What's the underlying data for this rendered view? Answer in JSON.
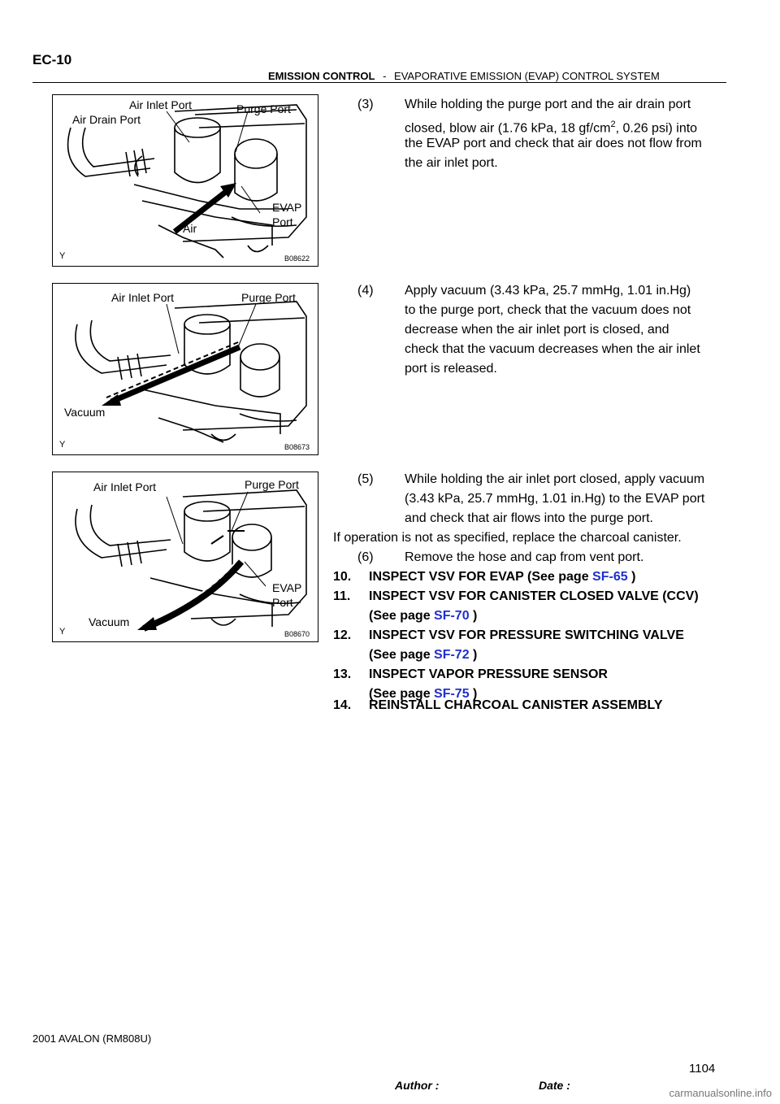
{
  "header": {
    "code": "EC-10",
    "section": "EMISSION CONTROL",
    "separator": "-",
    "subsection": "EVAPORATIVE EMISSION (EVAP) CONTROL SYSTEM"
  },
  "figures": [
    {
      "code": "B08622",
      "y_mark": "Y",
      "labels": {
        "air_inlet_port": "Air Inlet Port",
        "air_drain_port": "Air Drain Port",
        "purge_port": "Purge Port",
        "evap": "EVAP",
        "port": "Port",
        "air": "Air"
      }
    },
    {
      "code": "B08673",
      "y_mark": "Y",
      "labels": {
        "air_inlet_port": "Air Inlet Port",
        "purge_port": "Purge Port",
        "vacuum": "Vacuum"
      }
    },
    {
      "code": "B08670",
      "y_mark": "Y",
      "labels": {
        "air_inlet_port": "Air Inlet Port",
        "purge_port": "Purge Port",
        "evap": "EVAP",
        "port": "Port",
        "vacuum": "Vacuum"
      }
    }
  ],
  "paragraphs": {
    "p3": {
      "num": "(3)",
      "l1": "While holding the purge port and the air drain port",
      "l2a": "closed, blow air (1.76 kPa, 18 gf/cm",
      "l2sup": "2",
      "l2b": ", 0.26 psi) into",
      "l3": "the EVAP port and check that air does not flow from",
      "l4": "the air inlet port."
    },
    "p4": {
      "num": "(4)",
      "l1": "Apply vacuum (3.43 kPa, 25.7 mmHg, 1.01 in.Hg)",
      "l2": "to the purge port, check that the vacuum does not",
      "l3": "decrease when the air inlet port is closed, and",
      "l4": "check that the vacuum decreases when the air inlet",
      "l5": "port is released."
    },
    "p5": {
      "num": "(5)",
      "l1": "While holding the air inlet port closed, apply vacuum",
      "l2": "(3.43 kPa, 25.7 mmHg, 1.01 in.Hg) to the EVAP port",
      "l3": "and check that air flows into the purge port."
    },
    "note": "If operation is not as specified, replace the charcoal canister.",
    "p6": {
      "num": "(6)",
      "text": "Remove the hose and cap from vent port."
    }
  },
  "steps": [
    {
      "num": "10.",
      "l1": "INSPECT VSV FOR EVAP (See page ",
      "link": "SF-65",
      "tail": " )"
    },
    {
      "num": "11.",
      "l1": "INSPECT VSV FOR CANISTER CLOSED VALVE (CCV)",
      "l2": "(See page ",
      "link": "SF-70",
      "tail": " )"
    },
    {
      "num": "12.",
      "l1": "INSPECT VSV FOR PRESSURE SWITCHING VALVE",
      "l2": "(See page ",
      "link": "SF-72",
      "tail": " )"
    },
    {
      "num": "13.",
      "l1": "INSPECT VAPOR PRESSURE SENSOR",
      "l2": "(See page ",
      "link": "SF-75",
      "tail": " )"
    },
    {
      "num": "14.",
      "l1": "REINSTALL CHARCOAL CANISTER ASSEMBLY"
    }
  ],
  "footer": {
    "model": "2001 AVALON   (RM808U)",
    "page_number": "1104",
    "author_label": "Author :",
    "date_label": "Date :",
    "watermark": "carmanualsonline.info"
  }
}
